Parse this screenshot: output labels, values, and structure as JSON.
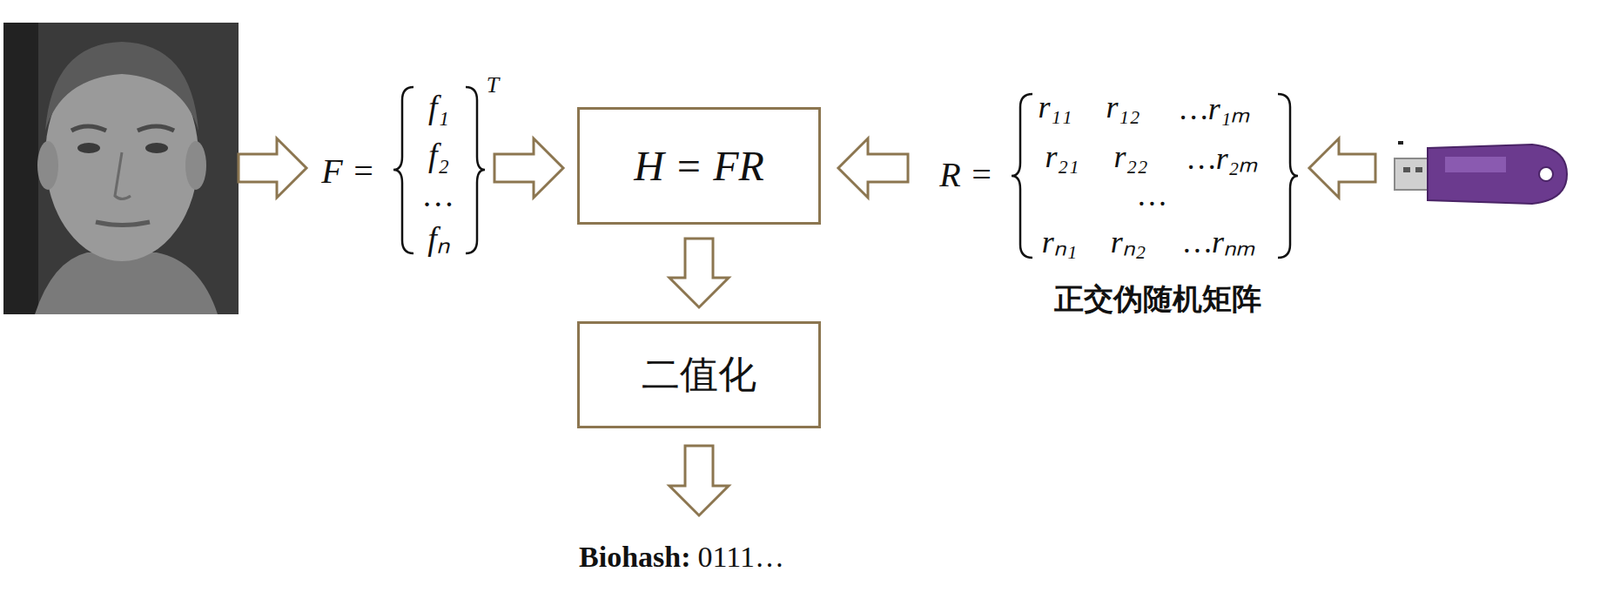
{
  "diagram": {
    "nodes": [
      {
        "text": [
          "H = FR"
        ]
      },
      {
        "text": [
          "二值化"
        ]
      }
    ],
    "edges": [
      {
        "from": 0,
        "to": 1,
        "arrow": "to"
      }
    ],
    "labels": [
      "F =",
      "f₁",
      "f₂",
      "…",
      "fₙ",
      "T",
      "R =",
      "r₁₁",
      "r₁₂",
      "…r₁ₘ",
      "r₂₁",
      "r₂₂",
      "…r₂ₘ",
      "…",
      "rₙ₁",
      "rₙ₂",
      "…rₙₘ",
      "正交伪随机矩阵",
      "Biohash:",
      "0111…"
    ]
  }
}
